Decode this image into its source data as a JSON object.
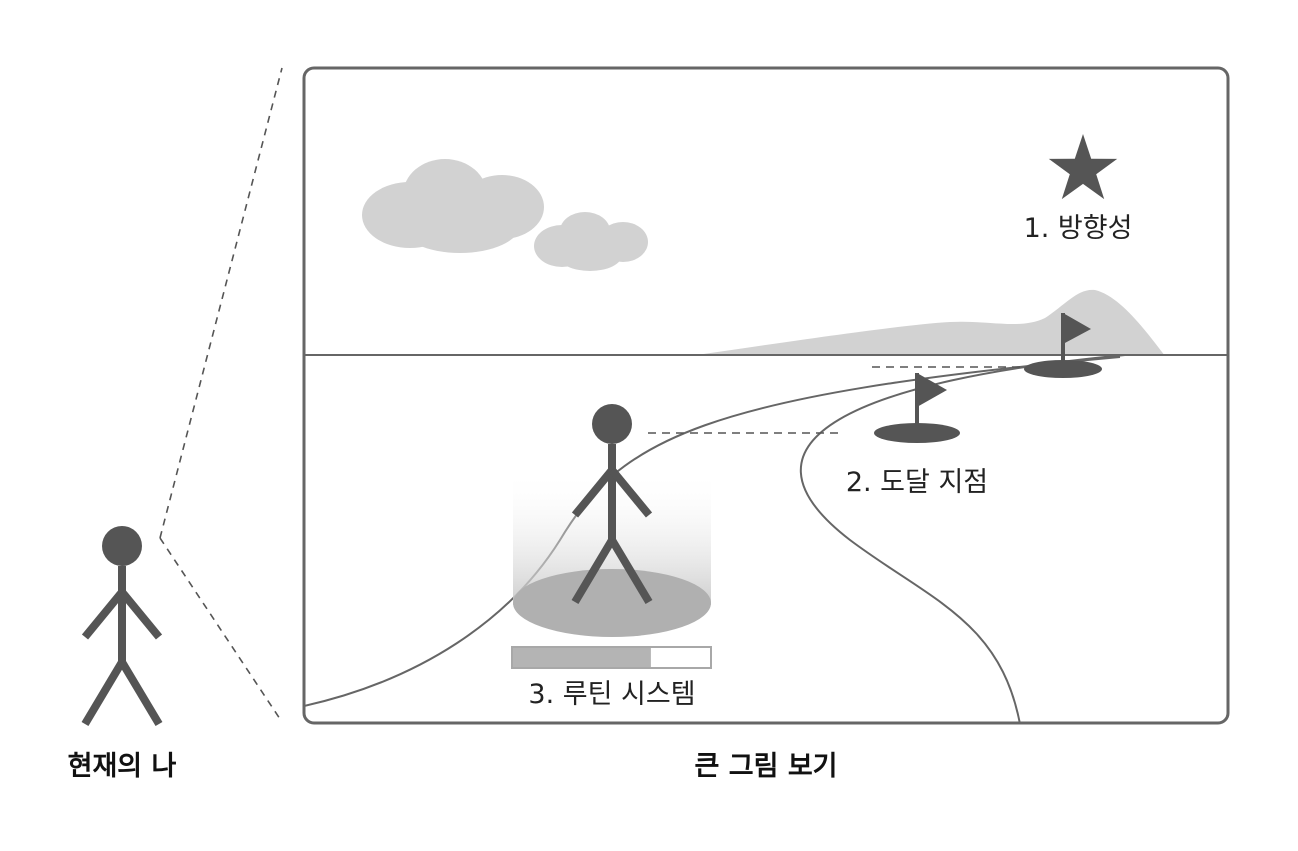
{
  "labels": {
    "direction": "1. 방향성",
    "destination": "2. 도달 지점",
    "routine": "3. 루틴 시스템",
    "current_self": "현재의 나",
    "big_picture": "큰 그림 보기"
  },
  "routine_progress": 0.7,
  "colors": {
    "figure": "#555555",
    "cloud": "#d2d2d2",
    "hill": "#d2d2d2",
    "frame": "#666666",
    "platform": "#b0b0b0",
    "progress_fill": "#b4b4b4",
    "progress_empty": "#ffffff"
  },
  "icons": {
    "direction": "star-icon",
    "destination": "flag-icon",
    "routine": "person-icon"
  }
}
